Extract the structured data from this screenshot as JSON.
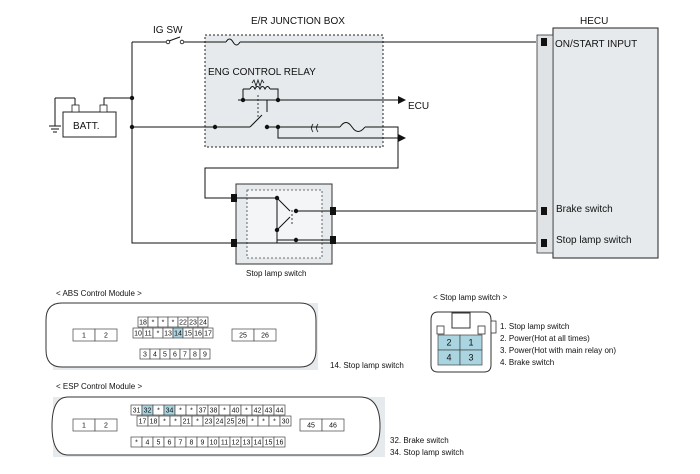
{
  "schematic": {
    "ig_sw": "IG SW",
    "battery": "BATT.",
    "junction_box": "E/R JUNCTION BOX",
    "control_relay": "ENG  CONTROL RELAY",
    "ecu": "ECU",
    "hecu": "HECU",
    "on_start_input": "ON/START INPUT",
    "brake_switch": "Brake switch",
    "stop_lamp_switch_out": "Stop lamp switch",
    "stop_lamp_switch_caption": "Stop lamp switch"
  },
  "abs_module": {
    "title": "< ABS Control Module >",
    "side_pins": [
      "1",
      "2",
      "25",
      "26"
    ],
    "row1": [
      "18",
      "*",
      "*",
      "*",
      "22",
      "23",
      "24"
    ],
    "row2": [
      "10",
      "11",
      "*",
      "13",
      "14",
      "15",
      "16",
      "17"
    ],
    "row3": [
      "3",
      "4",
      "5",
      "6",
      "7",
      "8",
      "9"
    ],
    "note": "14. Stop lamp switch"
  },
  "esp_module": {
    "title": "< ESP Control Module >",
    "side_pins": [
      "1",
      "2",
      "45",
      "46"
    ],
    "row1": [
      "31",
      "32",
      "*",
      "34",
      "*",
      "*",
      "37",
      "38",
      "*",
      "40",
      "*",
      "42",
      "43",
      "44"
    ],
    "row2": [
      "17",
      "18",
      "*",
      "*",
      "21",
      "*",
      "23",
      "24",
      "25",
      "26",
      "*",
      "*",
      "*",
      "30"
    ],
    "row3": [
      "*",
      "4",
      "5",
      "6",
      "7",
      "8",
      "9",
      "10",
      "11",
      "12",
      "13",
      "14",
      "15",
      "16"
    ],
    "notes": [
      "32. Brake switch",
      "34. Stop lamp switch"
    ]
  },
  "stop_lamp_connector": {
    "title": "< Stop lamp switch >",
    "pins": [
      "2",
      "1",
      "4",
      "3"
    ],
    "legend": [
      "1. Stop lamp switch",
      "2. Power(Hot at all times)",
      "3. Power(Hot with main relay on)",
      "4. Brake switch"
    ]
  },
  "colors": {
    "panel": "#e6eaec",
    "wire": "#111111",
    "highlight": "#a9d4e0"
  }
}
